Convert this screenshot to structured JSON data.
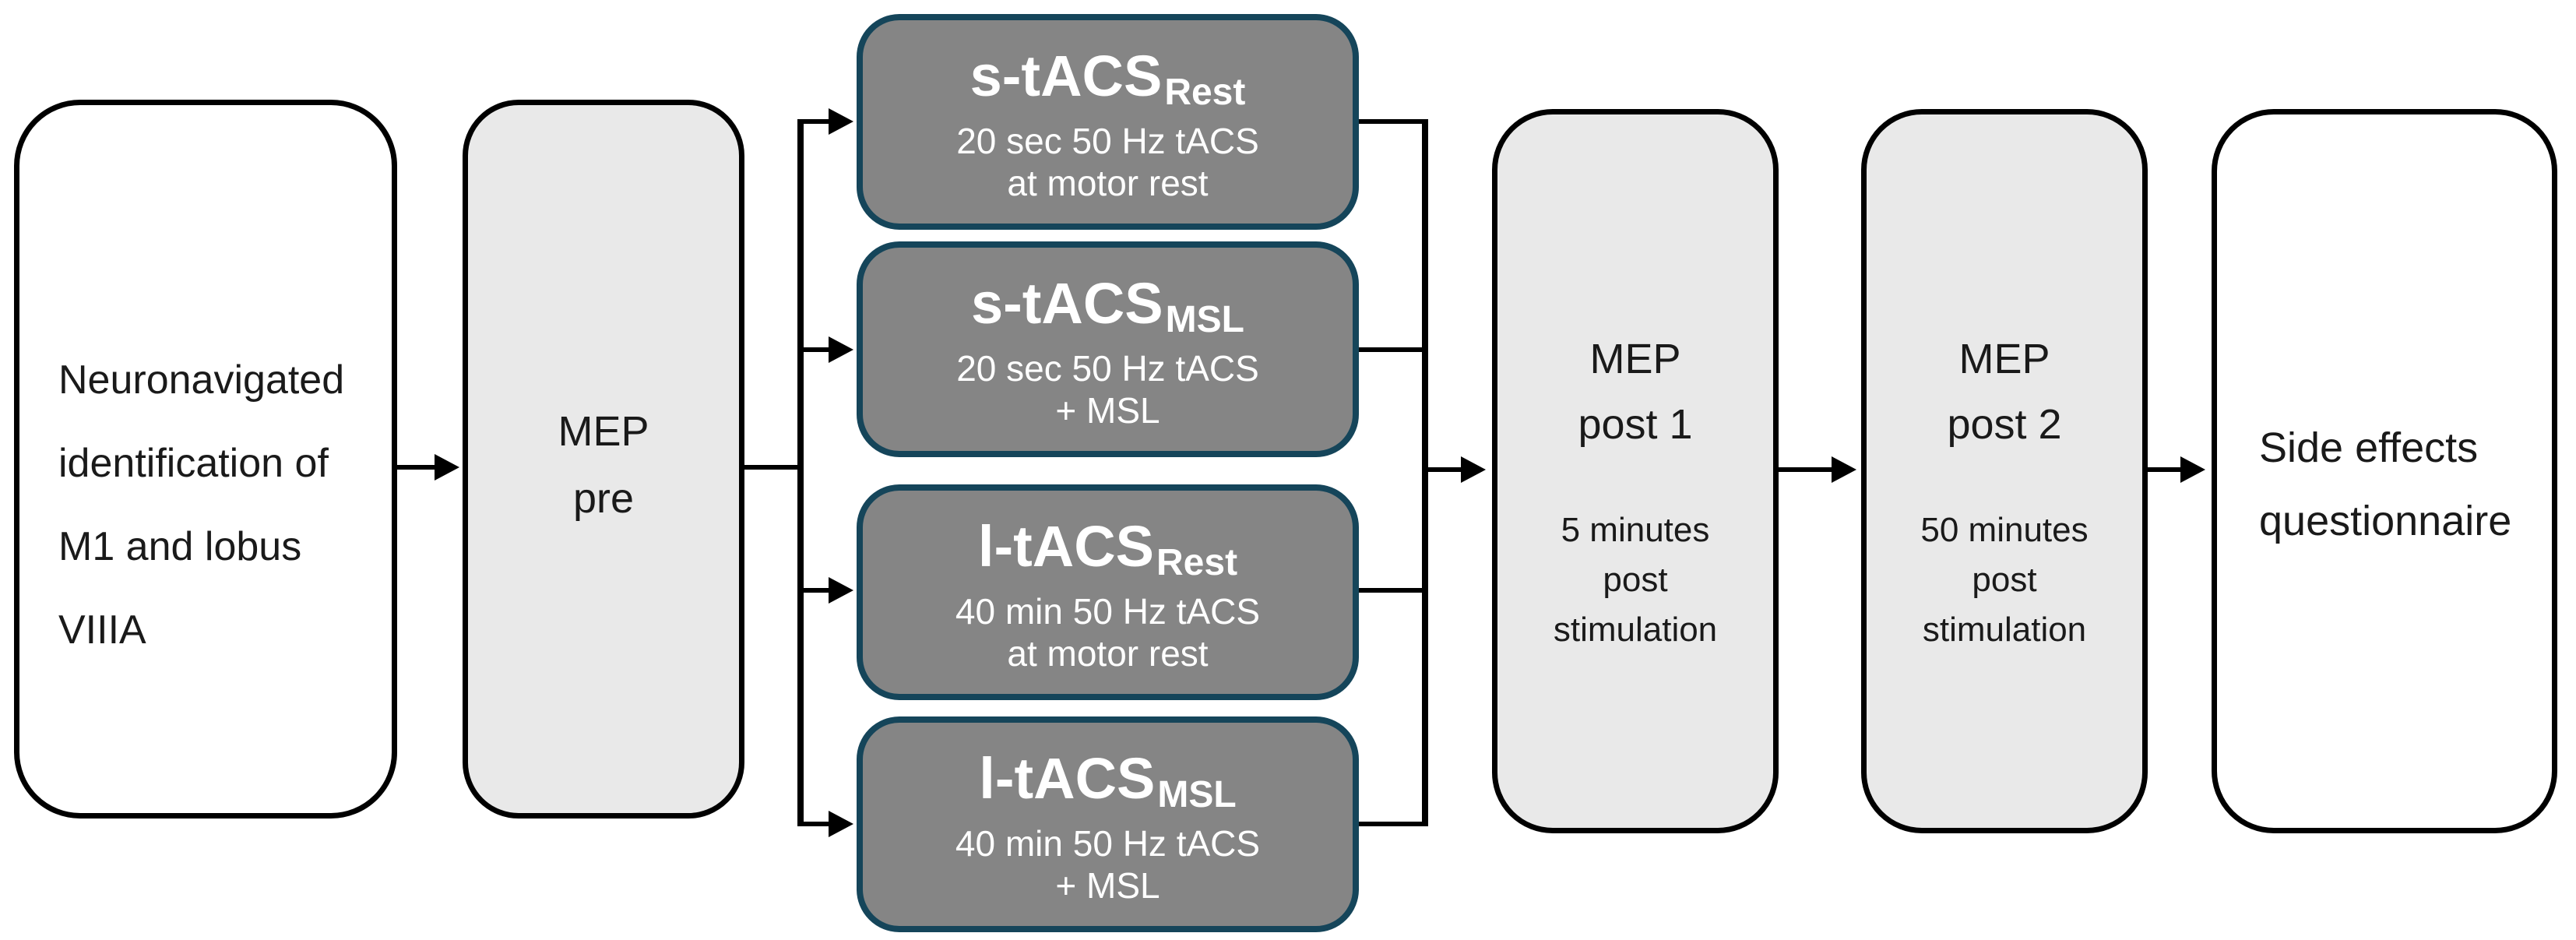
{
  "colors": {
    "dark_box_fill": "#858585",
    "dark_box_border": "#15455a",
    "light_box_fill": "#e9e9e9",
    "box_border": "#000000",
    "connector": "#000000",
    "text_dark": "#1a1a1a",
    "text_light": "#ffffff"
  },
  "flow": {
    "identification": {
      "lines": [
        "Neuronavigated",
        "identification of",
        "M1 and lobus",
        "VIIIA"
      ]
    },
    "mep_pre": {
      "lines": [
        "MEP",
        "pre"
      ]
    },
    "conditions": [
      {
        "title_main": "s-tACS",
        "title_sub": "Rest",
        "body_lines": [
          "20 sec 50 Hz tACS",
          "at motor rest"
        ]
      },
      {
        "title_main": "s-tACS",
        "title_sub": "MSL",
        "body_lines": [
          "20 sec 50 Hz tACS",
          "+ MSL"
        ]
      },
      {
        "title_main": "l-tACS",
        "title_sub": "Rest",
        "body_lines": [
          "40 min 50 Hz tACS",
          "at motor rest"
        ]
      },
      {
        "title_main": "l-tACS",
        "title_sub": "MSL",
        "body_lines": [
          "40 min 50 Hz tACS",
          "+ MSL"
        ]
      }
    ],
    "mep_post1": {
      "title_lines": [
        "MEP",
        "post 1"
      ],
      "body_lines": [
        "5 minutes",
        "post",
        "stimulation"
      ]
    },
    "mep_post2": {
      "title_lines": [
        "MEP",
        "post 2"
      ],
      "body_lines": [
        "50 minutes",
        "post",
        "stimulation"
      ]
    },
    "side_effects": {
      "lines": [
        "Side effects",
        "questionnaire"
      ]
    }
  }
}
